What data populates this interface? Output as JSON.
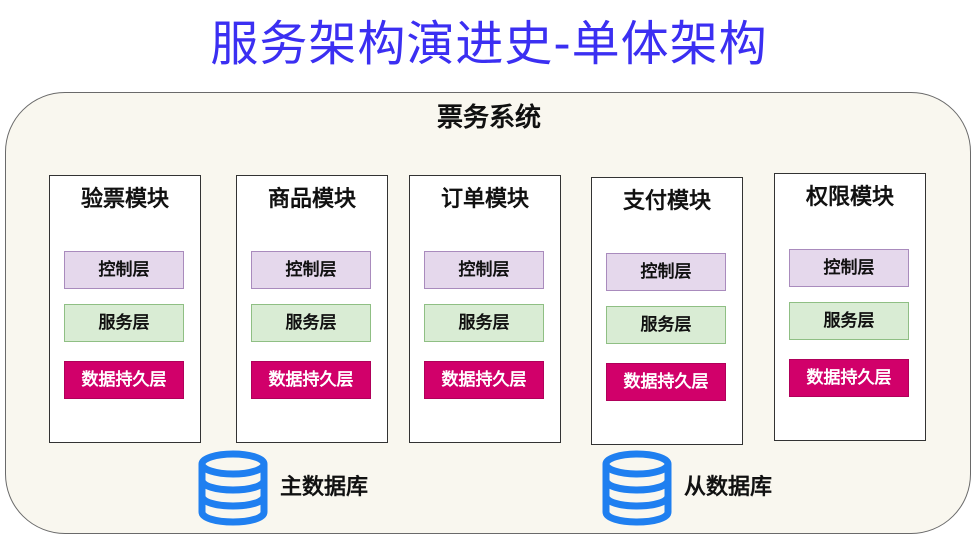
{
  "title": "服务架构演进史-单体架构",
  "system": {
    "name": "票务系统"
  },
  "modules": [
    {
      "name": "验票模块",
      "layers": {
        "control": "控制层",
        "service": "服务层",
        "persist": "数据持久层"
      }
    },
    {
      "name": "商品模块",
      "layers": {
        "control": "控制层",
        "service": "服务层",
        "persist": "数据持久层"
      }
    },
    {
      "name": "订单模块",
      "layers": {
        "control": "控制层",
        "service": "服务层",
        "persist": "数据持久层"
      }
    },
    {
      "name": "支付模块",
      "layers": {
        "control": "控制层",
        "service": "服务层",
        "persist": "数据持久层"
      }
    },
    {
      "name": "权限模块",
      "layers": {
        "control": "控制层",
        "service": "服务层",
        "persist": "数据持久层"
      }
    }
  ],
  "databases": [
    {
      "label": "主数据库",
      "icon": "database-icon"
    },
    {
      "label": "从数据库",
      "icon": "database-icon"
    }
  ],
  "colors": {
    "title": "#3b2ff2",
    "system_bg": "#f9f7ef",
    "control_layer": "#e5d8ec",
    "service_layer": "#d9ecd4",
    "persist_layer": "#d1006a",
    "database_icon": "#1f7ff0"
  }
}
